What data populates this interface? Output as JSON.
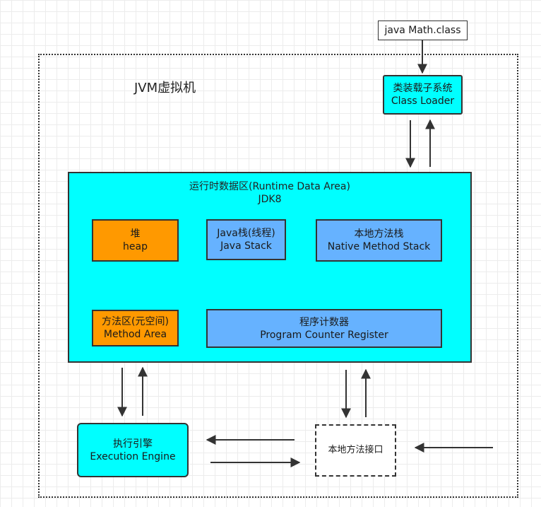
{
  "input_file": {
    "label": "java Math.class"
  },
  "jvm": {
    "title": "JVM虚拟机"
  },
  "class_loader": {
    "line1": "类装载子系统",
    "line2": "Class Loader"
  },
  "runtime_area": {
    "line1": "运行时数据区(Runtime Data Area)",
    "line2": "JDK8"
  },
  "heap": {
    "line1": "堆",
    "line2": "heap"
  },
  "java_stack": {
    "line1": "Java栈(线程)",
    "line2": "Java Stack"
  },
  "native_stack": {
    "line1": "本地方法栈",
    "line2": "Native Method Stack"
  },
  "method_area": {
    "line1": "方法区(元空间)",
    "line2": "Method Area"
  },
  "pc_register": {
    "line1": "程序计数器",
    "line2": "Program Counter Register"
  },
  "exec_engine": {
    "line1": "执行引擎",
    "line2": "Execution Engine"
  },
  "native_interface": {
    "label": "本地方法接口"
  },
  "colors": {
    "cyan": "#00ffff",
    "orange": "#ff9900",
    "blue": "#66b2ff",
    "line": "#333333"
  }
}
